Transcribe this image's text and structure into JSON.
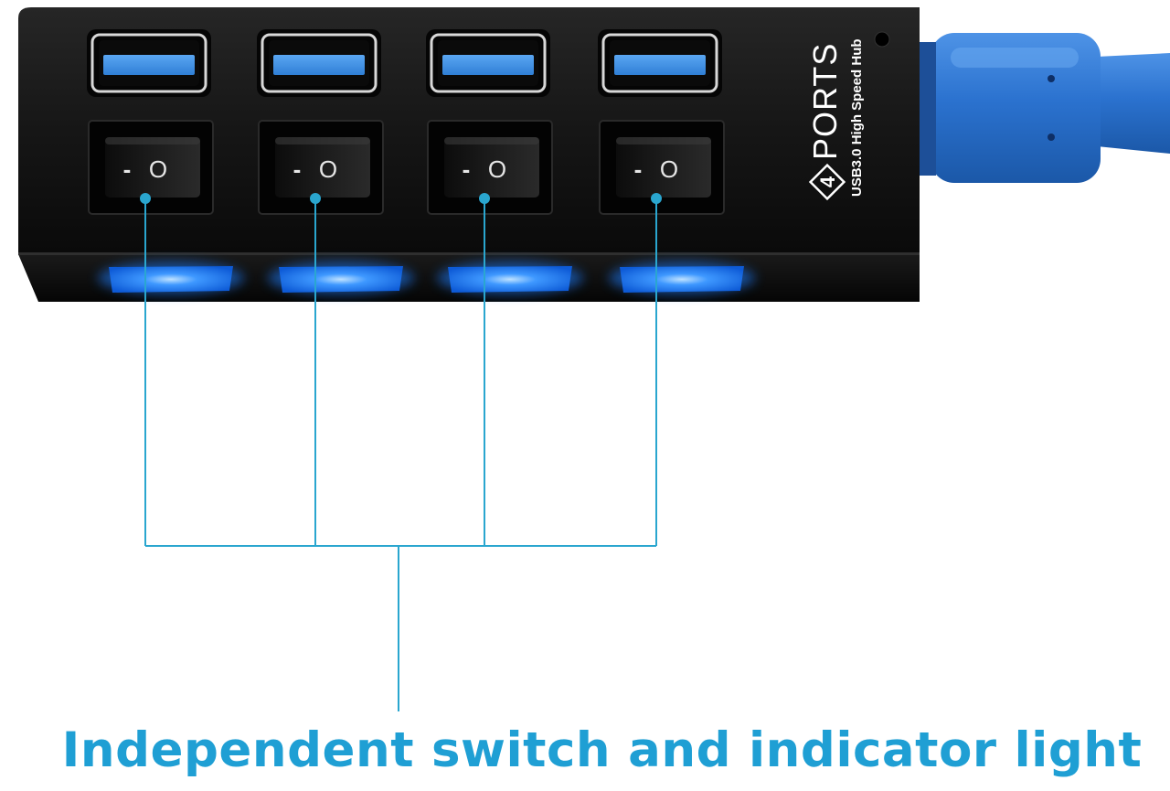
{
  "product": {
    "port_count_badge": "4",
    "label_ports": "PORTS",
    "label_subtitle": "USB3.0 High Speed Hub",
    "ports": [
      {
        "name": "port-1",
        "switch_off_mark": "-",
        "switch_on_mark": "O"
      },
      {
        "name": "port-2",
        "switch_off_mark": "-",
        "switch_on_mark": "O"
      },
      {
        "name": "port-3",
        "switch_off_mark": "-",
        "switch_on_mark": "O"
      },
      {
        "name": "port-4",
        "switch_off_mark": "-",
        "switch_on_mark": "O"
      }
    ]
  },
  "caption": "Independent switch and indicator light",
  "colors": {
    "body": "#161616",
    "port_blue": "#2f7fd6",
    "led_blue": "#1e7dff",
    "cable_blue": "#2b72cf",
    "callout_line": "#2aa6cf",
    "caption_text": "#1f9fd4"
  }
}
